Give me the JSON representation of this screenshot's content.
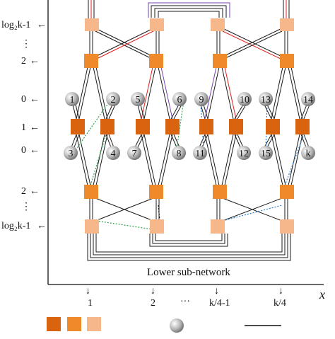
{
  "y_axis_labels": {
    "top_log": "log₂k-1",
    "top_dots": "⋮",
    "top_two": "2",
    "mid_zero_top": "0",
    "mid_one": "1",
    "mid_zero_bottom": "0",
    "bot_two": "2",
    "bot_dots": "⋮",
    "bot_log": "log₂k-1"
  },
  "arrow_glyph": "←",
  "x_axis": {
    "label": "x",
    "ticks": [
      "1",
      "2",
      "···",
      "k/4-1",
      "k/4"
    ]
  },
  "lower_subnetwork_label": "Lower sub-network",
  "upper_nodes": [
    "1",
    "2",
    "5",
    "6",
    "9",
    "10",
    "13",
    "14"
  ],
  "lower_nodes": [
    "3",
    "4",
    "7",
    "8",
    "11",
    "12",
    "15",
    "k"
  ],
  "colors": {
    "switch_dark": "#d9630f",
    "switch_mid": "#ee8a2a",
    "switch_light": "#f6b88a",
    "path_red": "#e0201e",
    "path_purple": "#7a3fb0",
    "path_blue": "#2a7fcf",
    "path_green": "#2ea44f",
    "wire": "#1a1a1a"
  }
}
